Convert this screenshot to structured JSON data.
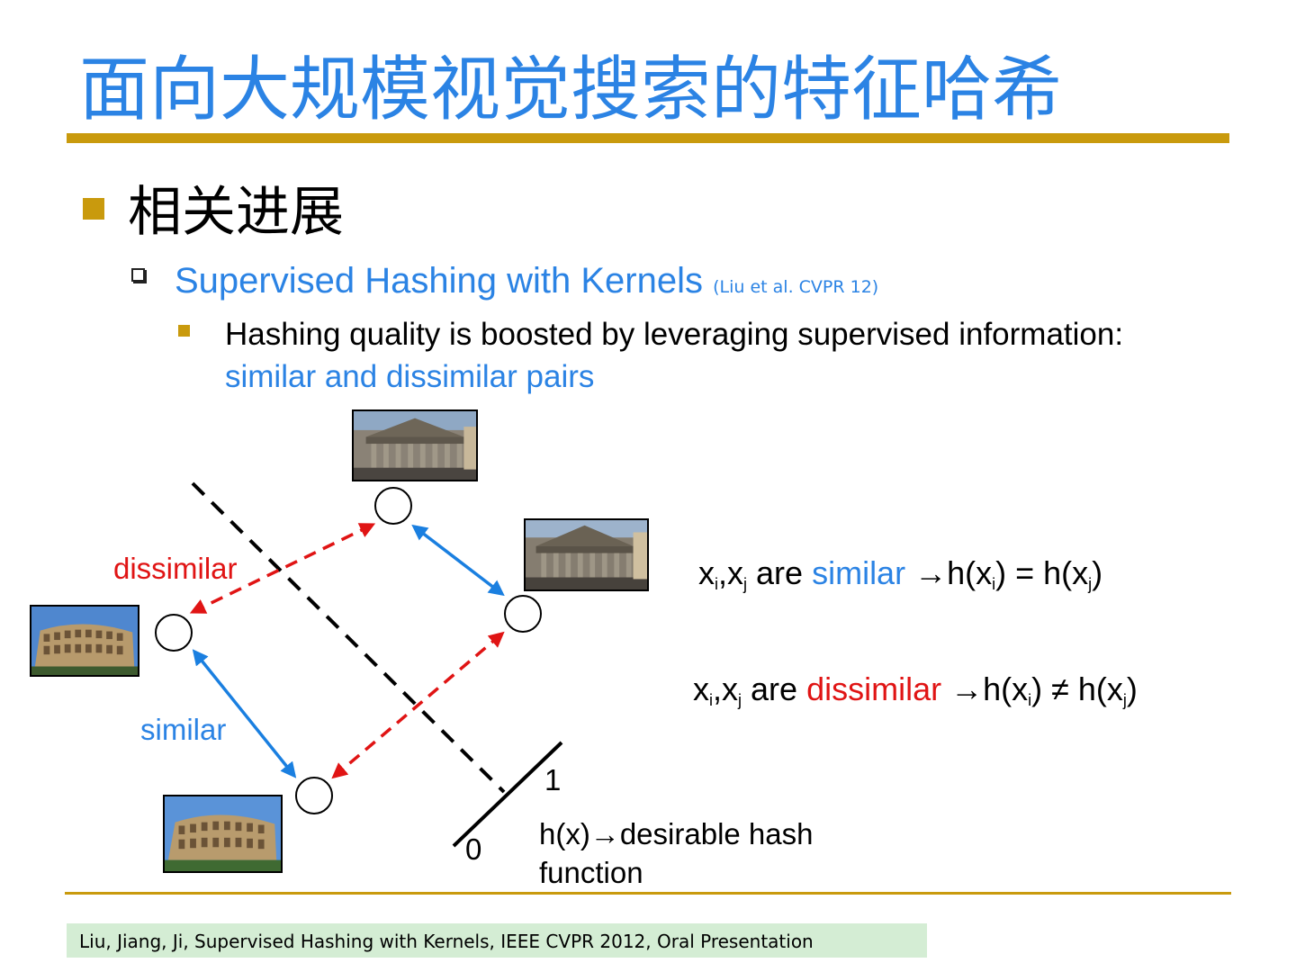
{
  "slide": {
    "title": "面向大规模视觉搜索的特征哈希"
  },
  "bullets": {
    "level1": "相关进展",
    "level2": {
      "text": "Supervised Hashing with Kernels",
      "citation": "(Liu et al. CVPR 12)"
    },
    "level3": {
      "text": "Hashing quality is boosted by leveraging supervised information: ",
      "highlight": "similar and dissimilar pairs"
    }
  },
  "diagram": {
    "labels": {
      "dissimilar": "dissimilar",
      "similar": "similar",
      "one": "1",
      "zero": "0",
      "hash_function": "h(x)→desirable hash function"
    },
    "photos": [
      "pantheon-photo",
      "colosseum-photo"
    ],
    "colors": {
      "similar": "#1a7fe0",
      "dissimilar": "#e01414",
      "boundary": "#000000"
    }
  },
  "equations": {
    "similar": {
      "x": "x",
      "i": "i",
      "comma": ",",
      "j": "j",
      "are": "are",
      "word": "similar",
      "arrow": "→",
      "h": "h(x",
      "close": ")",
      "eq": " = "
    },
    "dissimilar": {
      "x": "x",
      "i": "i",
      "comma": ",",
      "j": "j",
      "are": "are",
      "word": "dissimilar",
      "arrow": "→",
      "h": "h(x",
      "close": ")",
      "neq": " ≠ "
    }
  },
  "footer": {
    "text": "Liu, Jiang, Ji, Supervised Hashing with Kernels, IEEE CVPR 2012, Oral Presentation"
  },
  "theme": {
    "accent": "#c99a0d",
    "title_color": "#2b83e4",
    "footer_bg": "#d4edd4"
  }
}
